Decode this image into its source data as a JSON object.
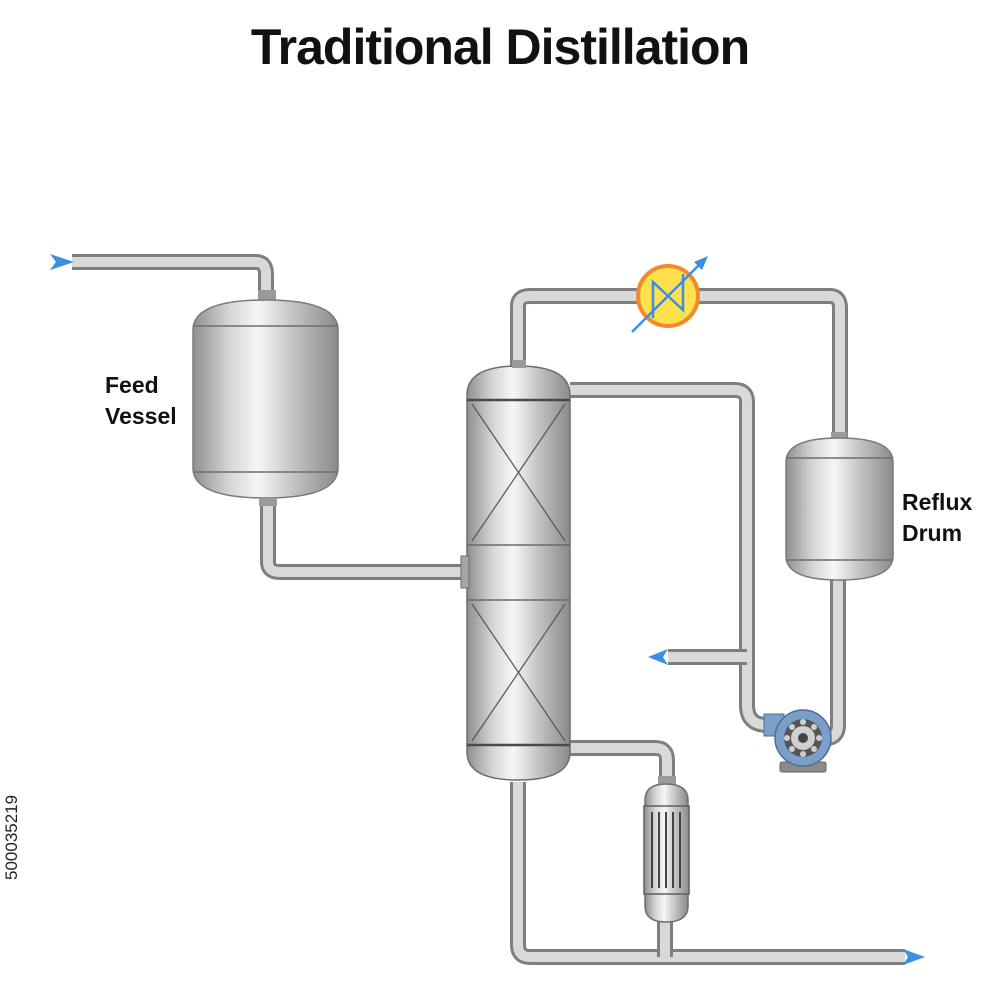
{
  "title": "Traditional Distillation",
  "labels": {
    "feed_vessel_line1": "Feed",
    "feed_vessel_line2": "Vessel",
    "reflux_drum_line1": "Reflux",
    "reflux_drum_line2": "Drum"
  },
  "stock_id": "500035219",
  "colors": {
    "pipe": "#b9b9b9",
    "vessel": "#c4c4c4",
    "flow_arrow": "#3d8fe0",
    "condenser_fill": "#ffe14d",
    "condenser_ring": "#f08a2a",
    "pump_body": "#7a9fc9"
  }
}
